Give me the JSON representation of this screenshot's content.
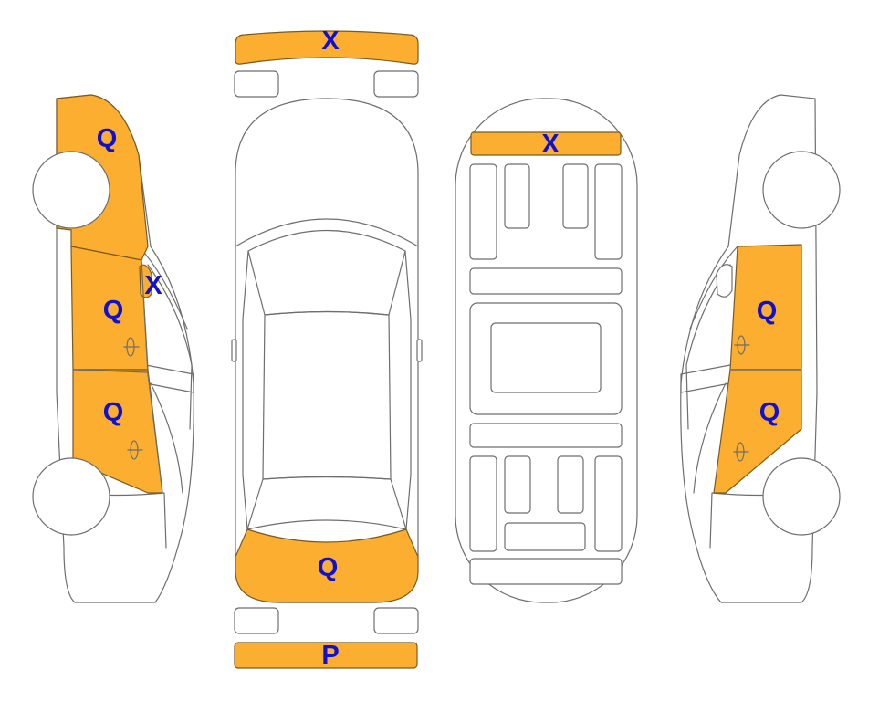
{
  "colors": {
    "damage_fill": "#FBAE30",
    "code_text": "#1010D0",
    "outline": "#6E6E6E"
  },
  "panels": {
    "front_bumper": {
      "code": "X"
    },
    "rear_bumper": {
      "code": "P"
    },
    "trunk": {
      "code": "Q"
    },
    "roof_front_edge": {
      "code": "X"
    },
    "left_front_fender": {
      "code": "Q"
    },
    "left_mirror": {
      "code": "X"
    },
    "left_front_door": {
      "code": "Q"
    },
    "left_rear_door": {
      "code": "Q"
    },
    "right_front_door": {
      "code": "Q"
    },
    "right_rear_door": {
      "code": "Q"
    }
  }
}
